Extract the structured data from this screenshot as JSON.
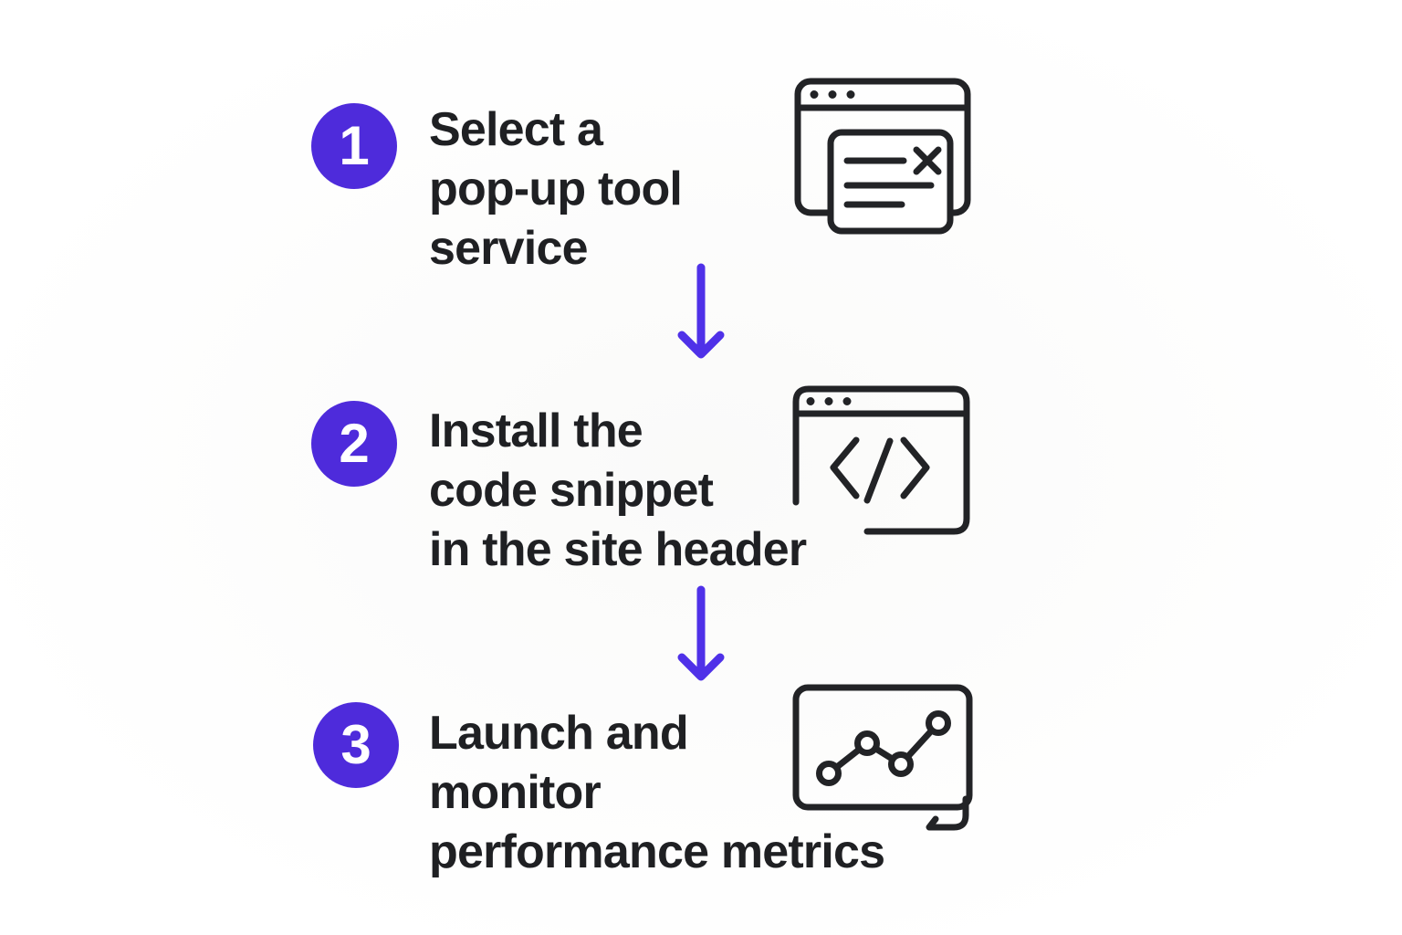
{
  "colors": {
    "background": "#ffffff",
    "badge": "#4e2bdb",
    "badge_number": "#ffffff",
    "arrow": "#4f31e8",
    "text": "#1f2023",
    "icon": "#222326"
  },
  "steps": [
    {
      "number": "1",
      "lines": [
        "Select a",
        "pop-up tool",
        "service"
      ],
      "icon": "popup-window-icon"
    },
    {
      "number": "2",
      "lines": [
        "Install the",
        "code snippet",
        "in the site header"
      ],
      "icon": "code-window-icon"
    },
    {
      "number": "3",
      "lines": [
        "Launch and",
        "monitor",
        "performance metrics"
      ],
      "icon": "chart-window-icon"
    }
  ],
  "arrows": [
    {
      "name": "arrow-step1-step2",
      "direction": "down"
    },
    {
      "name": "arrow-step2-step3",
      "direction": "down"
    }
  ]
}
